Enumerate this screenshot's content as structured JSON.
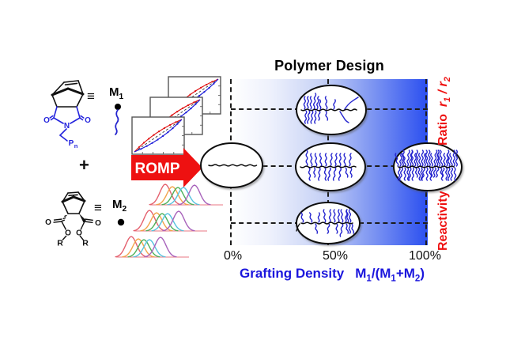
{
  "palette": {
    "accent_red": "#ee1111",
    "accent_blue": "#1b16dd",
    "structure_blue": "#2424dd",
    "chain_blue": "#2525cf",
    "panel_deep_blue": "#2b4ff0",
    "gpc_colors": [
      "#e4606e",
      "#f2a44a",
      "#4db05a",
      "#56c3de",
      "#a863bb"
    ]
  },
  "monomers": {
    "m1": {
      "label": "M_1_",
      "equiv": "≡",
      "o_left": "O",
      "o_right": "O",
      "n": "N",
      "pn_base": "P",
      "pn_sub": "n"
    },
    "plus": "+",
    "m2": {
      "label": "M_2_",
      "equiv": "≡",
      "o_left": "O",
      "o_right": "O",
      "o_inner_left": "O",
      "o_inner_right": "O",
      "r_left": "R",
      "r_right": "R"
    }
  },
  "reaction": {
    "arrow_label": "ROMP"
  },
  "panel": {
    "title": "Polymer Design",
    "x_axis": {
      "tick_0": "0%",
      "tick_50": "50%",
      "tick_100": "100%",
      "label": "Grafting Density",
      "formula": "M_1_/(M_1_+M_2_)"
    },
    "y_axis": {
      "word_bottom": "Reactivity",
      "word_top": "Ratio",
      "formula": "r_1_ / r_2_"
    }
  }
}
